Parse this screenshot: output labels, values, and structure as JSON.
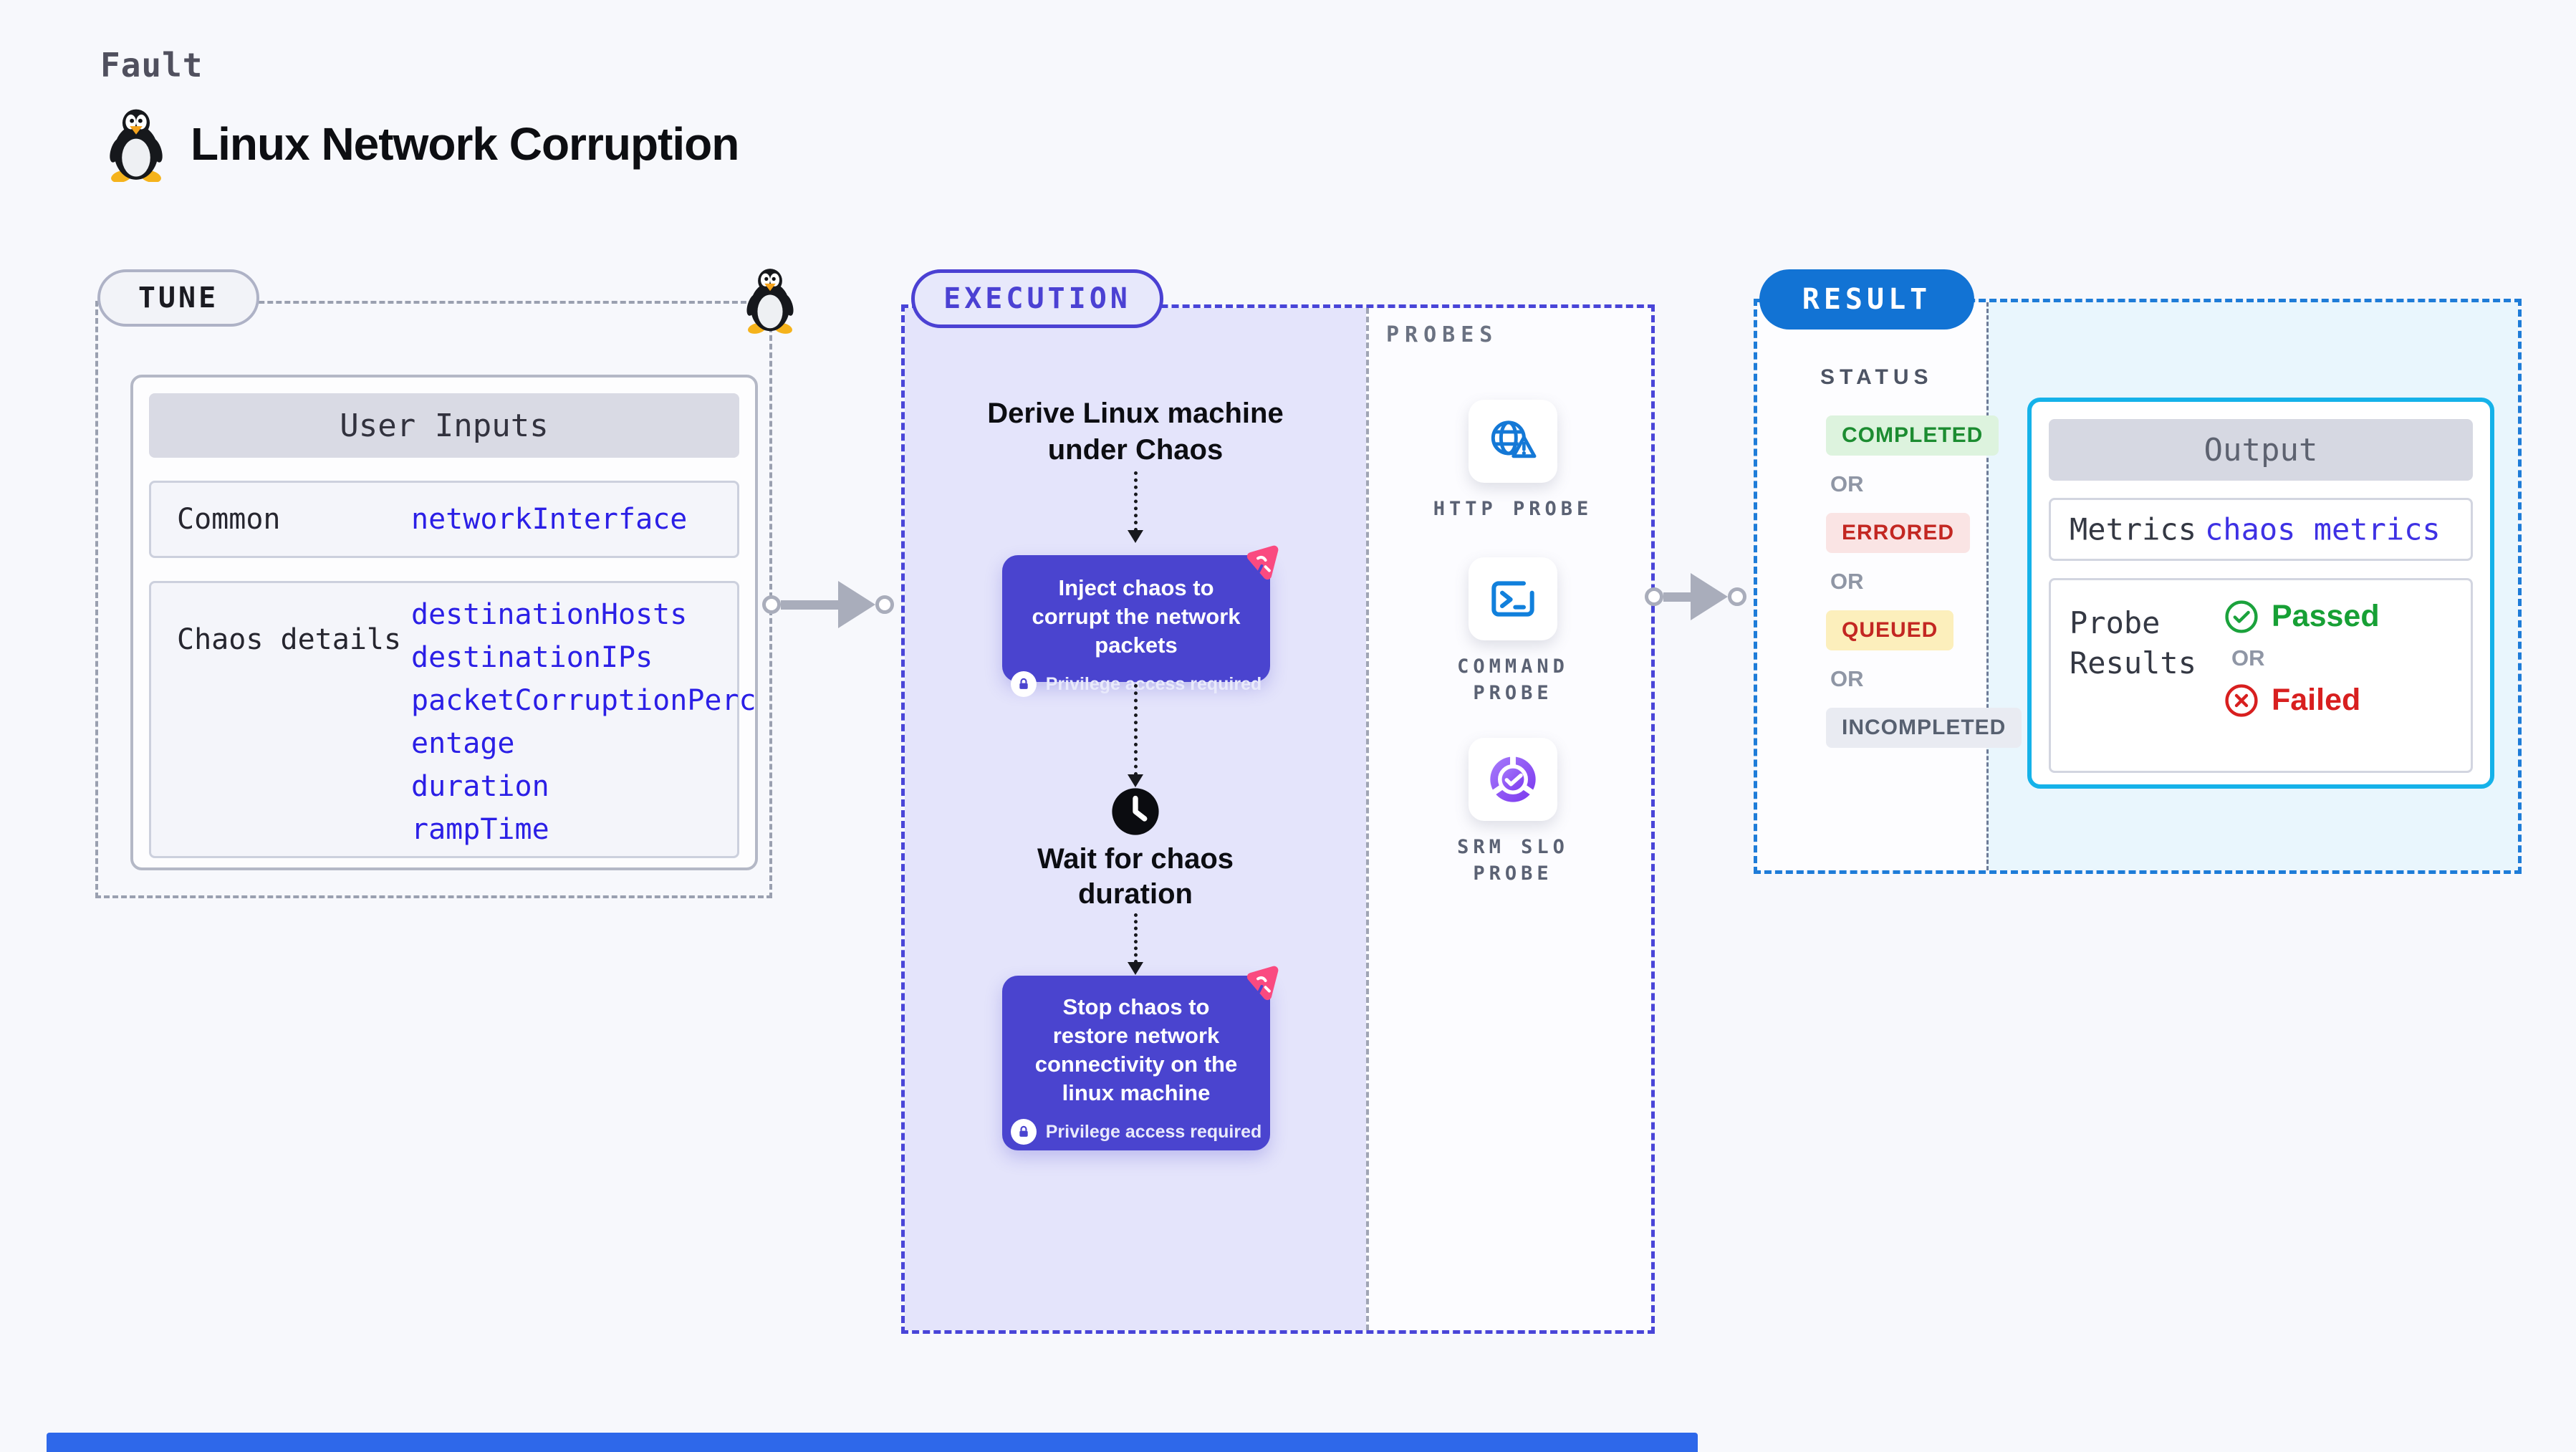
{
  "header": {
    "kind": "Fault",
    "title": "Linux Network Corruption",
    "title_icon": "linux-penguin-icon"
  },
  "tune": {
    "pill_label": "TUNE",
    "corner_icon": "linux-penguin-icon",
    "user_inputs": {
      "title": "User Inputs",
      "rows": [
        {
          "label": "Common",
          "params": [
            "networkInterface"
          ]
        },
        {
          "label": "Chaos details",
          "params": [
            "destinationHosts",
            "destinationIPs",
            "packetCorruptionPercentage",
            "duration",
            "rampTime"
          ]
        }
      ]
    }
  },
  "execution": {
    "pill_label": "EXECUTION",
    "derive_step": "Derive Linux machine under Chaos",
    "inject_step": "Inject chaos to corrupt the network packets",
    "wait_step": "Wait for chaos duration",
    "stop_step": "Stop chaos to restore network connectivity on the linux machine",
    "privilege_note": "Privilege access required"
  },
  "probes": {
    "label": "PROBES",
    "items": [
      {
        "name": "HTTP PROBE",
        "icon": "globe-warning-icon"
      },
      {
        "name": "COMMAND PROBE",
        "icon": "terminal-icon"
      },
      {
        "name": "SRM SLO PROBE",
        "icon": "slo-donut-check-icon"
      }
    ]
  },
  "result": {
    "pill_label": "RESULT",
    "status_label": "STATUS",
    "or_label": "OR",
    "statuses": [
      {
        "label": "COMPLETED",
        "state": "completed"
      },
      {
        "label": "ERRORED",
        "state": "errored"
      },
      {
        "label": "QUEUED",
        "state": "queued"
      },
      {
        "label": "INCOMPLETED",
        "state": "incompleted"
      }
    ],
    "output": {
      "title": "Output",
      "metrics_label": "Metrics",
      "metrics_value": "chaos metrics",
      "probe_results_label": "Probe Results",
      "passed_label": "Passed",
      "or_label": "OR",
      "failed_label": "Failed"
    }
  },
  "colors": {
    "page_bg": "#f7f8fc",
    "accent_indigo": "#4a44cf",
    "execution_border": "#4b41d3",
    "execution_bg": "#e4e4fb",
    "result_blue": "#1273d4",
    "result_border": "#1e7cd8",
    "result_bg": "#e9f6fd",
    "output_border": "#15b2e9",
    "param_blue": "#2b1fe6",
    "metrics_blue": "#3e31e4",
    "passed_green": "#17a035",
    "failed_red": "#d81f1f",
    "completed_green": "#1c8c31",
    "errored_red": "#c32722",
    "queued_bg": "#fcefbc",
    "incompleted_gray": "#576070",
    "probe_icon_blue": "#1478d6",
    "srm_purple": "#7a36ee",
    "chaos_pink": "#fa4a80",
    "connector_gray": "#a9adbb",
    "bottom_bar_blue": "#2e68ea"
  }
}
